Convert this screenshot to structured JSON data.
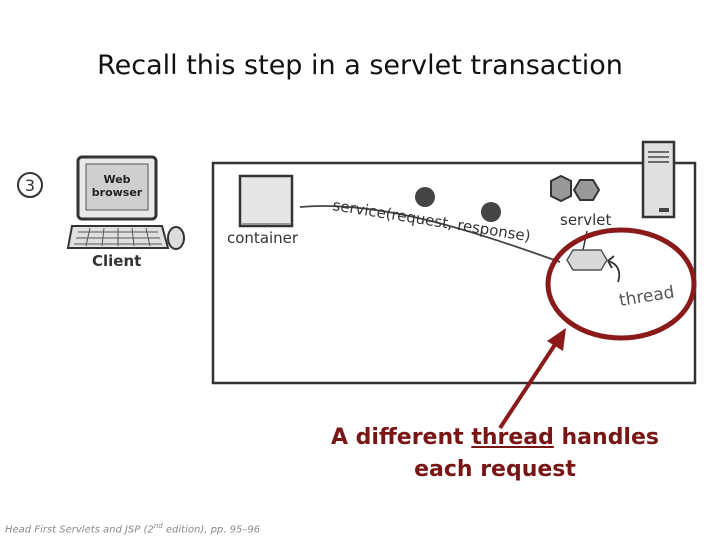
{
  "title": "Recall this step in a servlet transaction",
  "step_number": "3",
  "client": {
    "screen_text_line1": "Web",
    "screen_text_line2": "browser",
    "label": "Client"
  },
  "server": {
    "container_label": "container",
    "service_call_label": "service(request, response)",
    "servlet_label": "servlet",
    "thread_label": "thread"
  },
  "caption": {
    "before": "A different ",
    "highlight": "thread",
    "after": " handles",
    "line2": "each request"
  },
  "citation": {
    "text1": "Head First Servlets and JSP (2",
    "sup": "nd",
    "text2": " edition), pp. 95–96"
  },
  "colors": {
    "highlight": "#8a1a1a",
    "ink": "#333333"
  }
}
